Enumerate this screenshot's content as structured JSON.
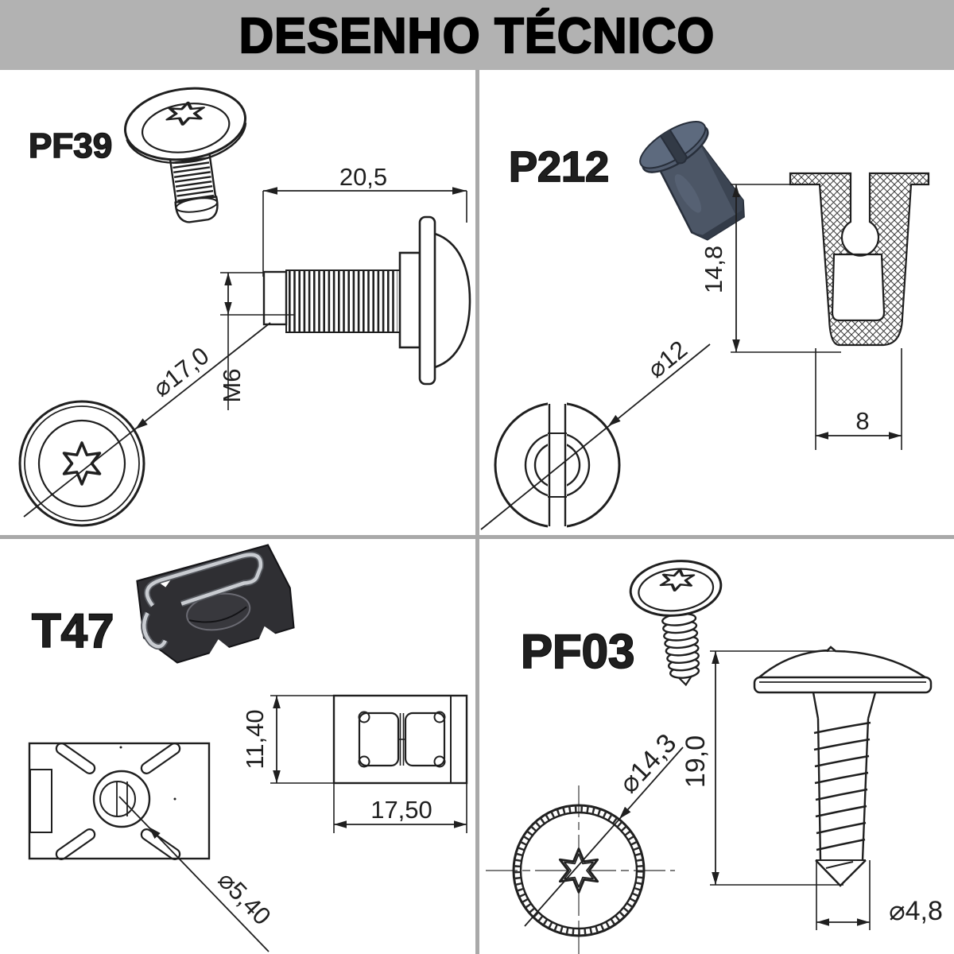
{
  "header": {
    "title": "DESENHO TÉCNICO"
  },
  "colors": {
    "header_bg": "#b2b2b2",
    "divider": "#a9a9a9",
    "line": "#1f1f1f",
    "p212_render_body": "#4c5666",
    "p212_render_flange": "#5d6a7e",
    "t47_render_plate": "#2f2f33",
    "t47_render_wire": "#c9ccd1"
  },
  "parts": {
    "pf39": {
      "code": "PF39",
      "dims": {
        "shank_length": "20,5",
        "head_diameter": "⌀17,0",
        "thread_size": "M6"
      }
    },
    "p212": {
      "code": "P212",
      "dims": {
        "body_height": "14,8",
        "head_diameter": "⌀12",
        "base_width": "8"
      }
    },
    "t47": {
      "code": "T47",
      "dims": {
        "plate_height": "11,40",
        "plate_width": "17,50",
        "hole_diameter": "⌀5,40"
      }
    },
    "pf03": {
      "code": "PF03",
      "dims": {
        "head_diameter": "⌀14,3",
        "total_length": "19,0",
        "thread_diameter": "⌀4,8"
      }
    }
  }
}
